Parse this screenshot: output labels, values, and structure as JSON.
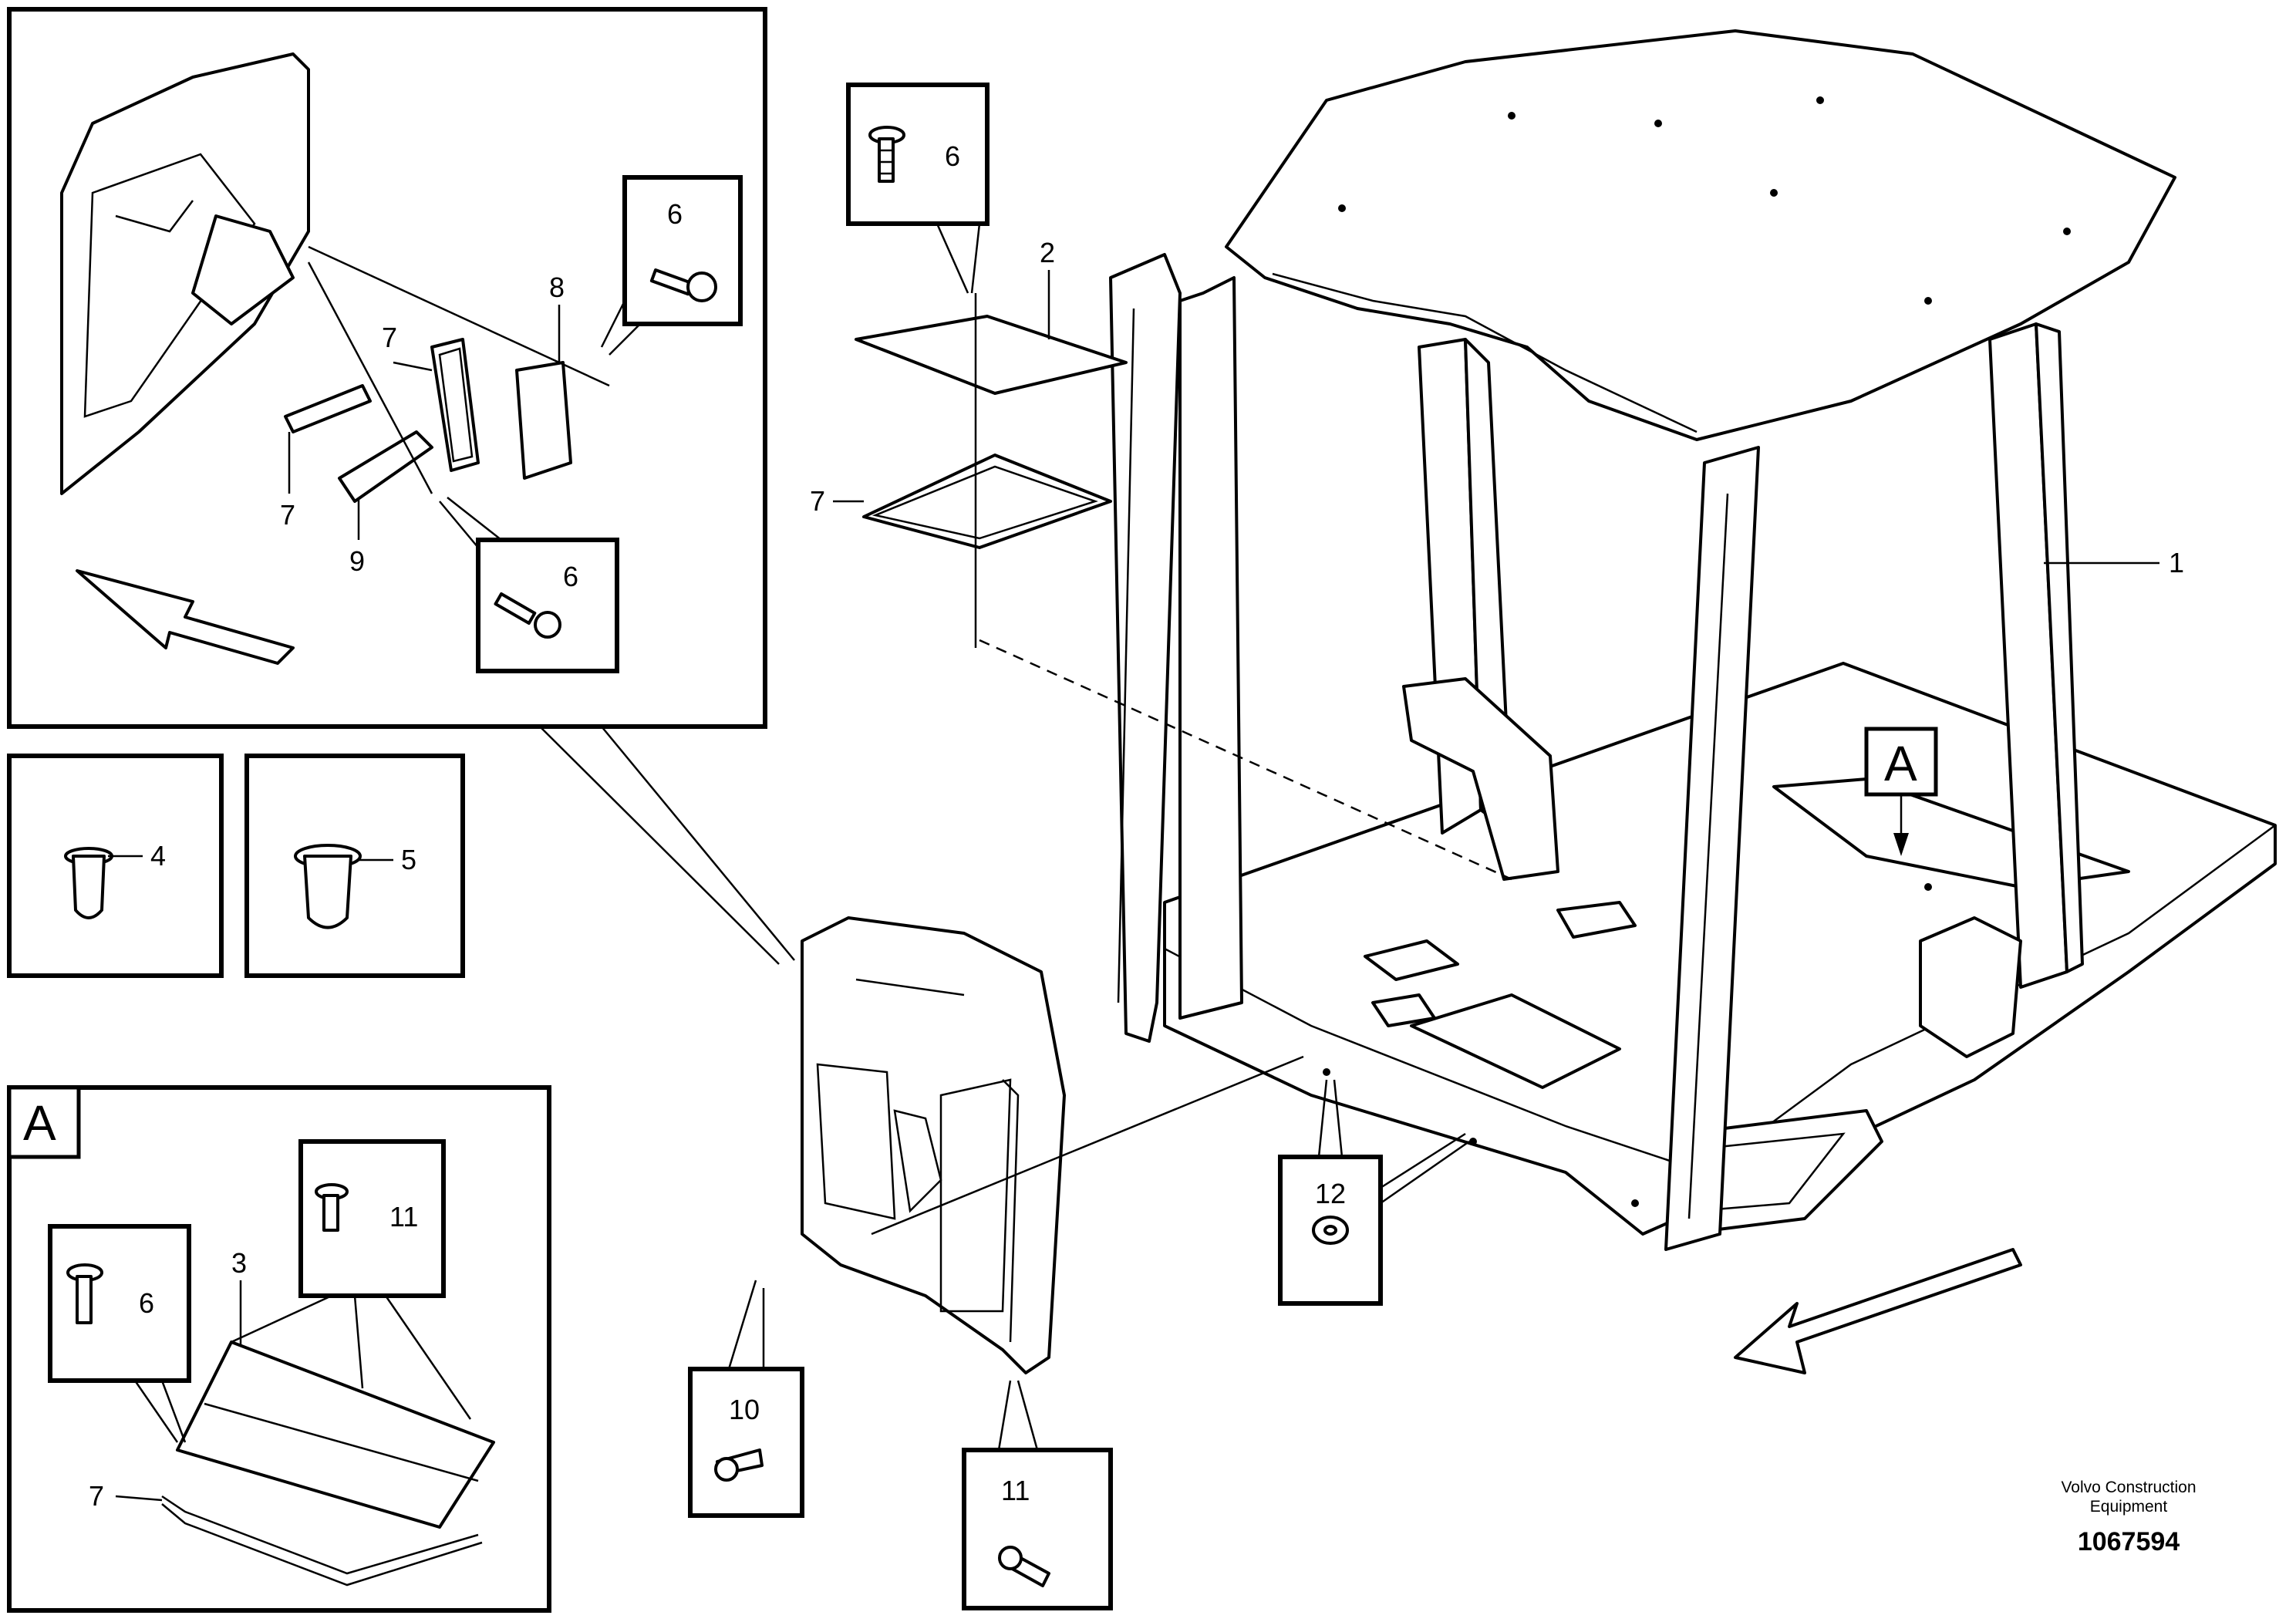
{
  "labels": {
    "cab": "1",
    "cover_plate": "2",
    "floor_plate": "3",
    "rivet_nut_small": "4",
    "rivet_nut_large": "5",
    "screw": "6",
    "seal": "7",
    "panel_8": "8",
    "panel_9": "9",
    "screw_10": "10",
    "screw_11": "11",
    "washer_12": "12"
  },
  "section": {
    "marker": "A",
    "detail_title": "A"
  },
  "footer": {
    "brand_line1": "Volvo Construction",
    "brand_line2": "Equipment",
    "doc_number": "1067594"
  }
}
